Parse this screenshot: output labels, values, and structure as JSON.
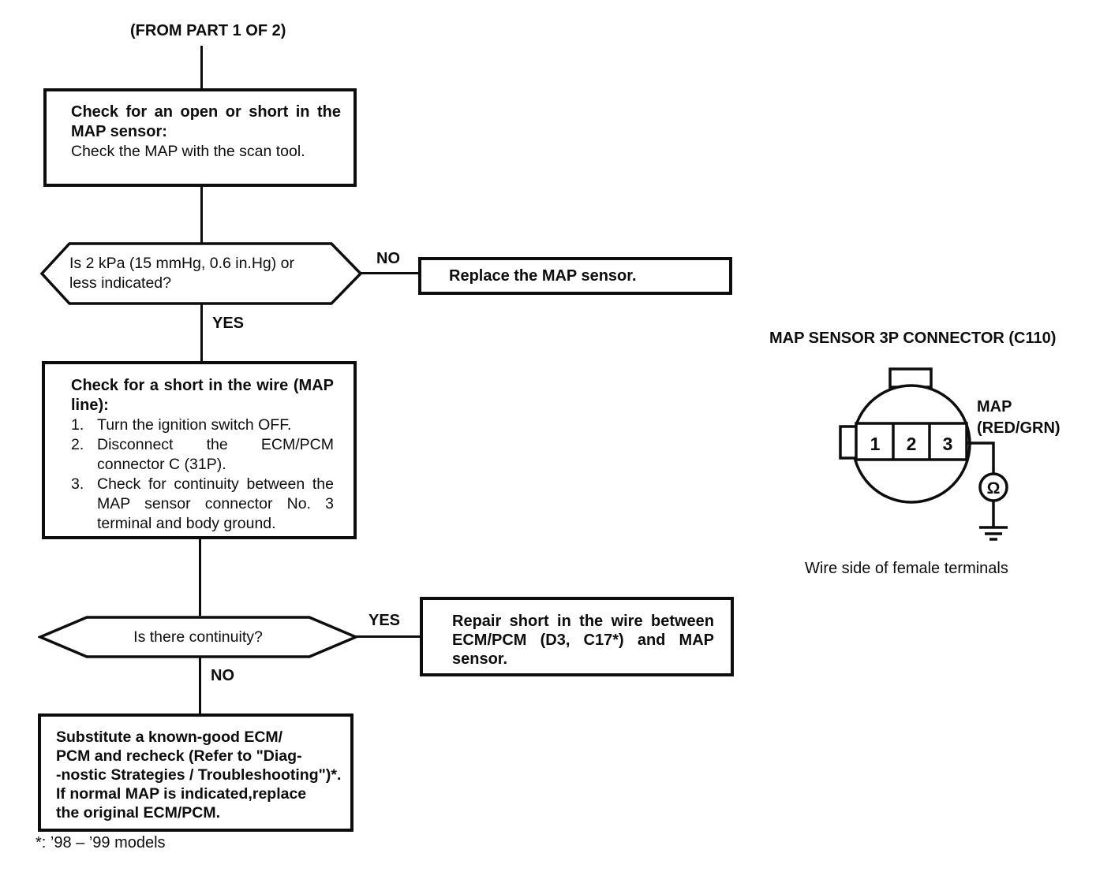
{
  "flow": {
    "from_part_label": "(FROM PART 1 OF 2)",
    "check_open_short": {
      "title": "Check for an open or short in the MAP sensor:",
      "body": "Check the MAP with the scan tool."
    },
    "decision_kpa": {
      "question": "Is 2 kPa (15 mmHg, 0.6 in.Hg) or less indicated?",
      "no_label": "NO",
      "yes_label": "YES"
    },
    "replace_map": "Replace the MAP sensor.",
    "check_short_wire": {
      "title": "Check for a short in the wire (MAP line):",
      "steps": [
        {
          "num": "1.",
          "text": "Turn the ignition switch OFF."
        },
        {
          "num": "2.",
          "text": "Disconnect the ECM/PCM connector C (31P)."
        },
        {
          "num": "3.",
          "text": "Check for continuity between the MAP sensor connector No. 3 terminal and body ground."
        }
      ]
    },
    "decision_continuity": {
      "question": "Is there continuity?",
      "yes_label": "YES",
      "no_label": "NO"
    },
    "repair_short": "Repair short in the wire between ECM/PCM (D3, C17*) and MAP sensor.",
    "substitute_ecm": {
      "lines": [
        "Substitute a known-good ECM/",
        "PCM and recheck (Refer to \"Diag-",
        "-nostic Strategies / Troubleshooting\")*.",
        "If normal MAP is indicated,replace",
        "the original ECM/PCM."
      ]
    },
    "footnote": "*: ’98 – ’99 models"
  },
  "connector": {
    "title": "MAP SENSOR 3P CONNECTOR (C110)",
    "terminals": [
      "1",
      "2",
      "3"
    ],
    "wire_label": {
      "line1": "MAP",
      "line2": "(RED/GRN)"
    },
    "meter_symbol": "Ω",
    "caption": "Wire side of female terminals"
  },
  "colors": {
    "ink": "#0d0d0d",
    "paper": "#ffffff"
  }
}
